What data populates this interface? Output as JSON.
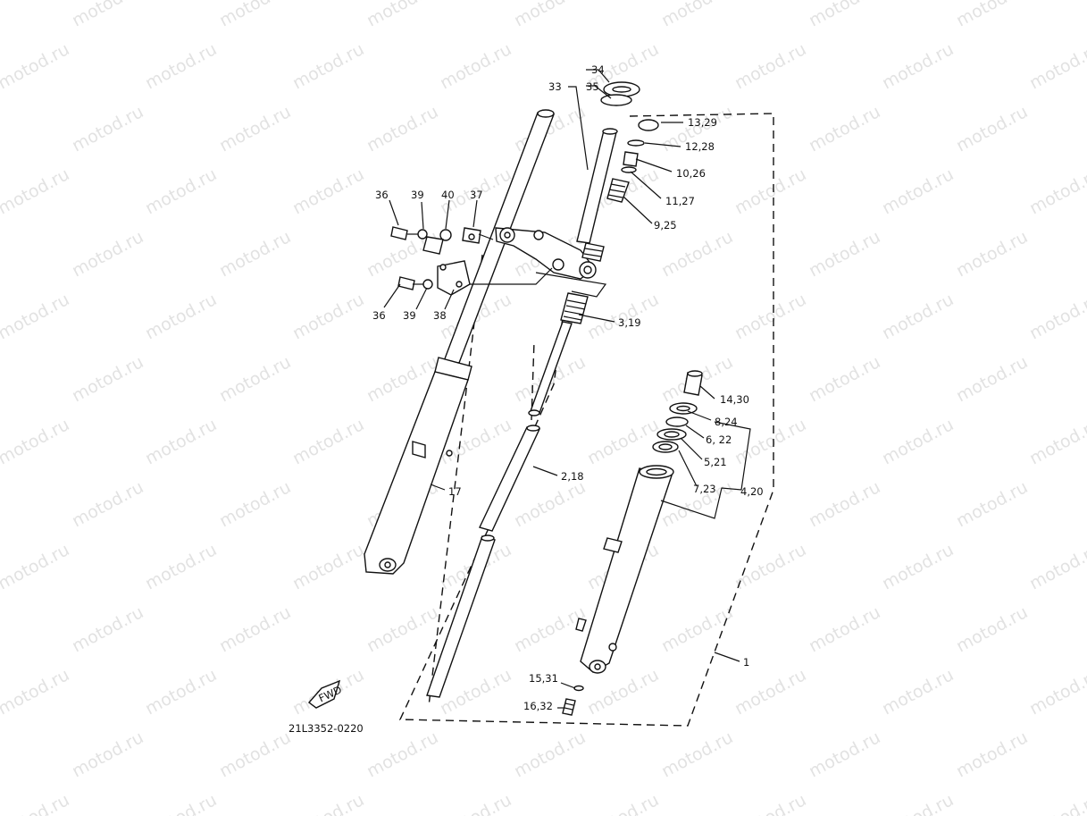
{
  "diagram": {
    "watermark_text": "motod.ru",
    "drawing_code": "21L3352-0220",
    "direction_marker": "FWD",
    "callouts": [
      {
        "id": "c34",
        "text": "34"
      },
      {
        "id": "c33",
        "text": "33"
      },
      {
        "id": "c35",
        "text": "35"
      },
      {
        "id": "c1329",
        "text": "13,29"
      },
      {
        "id": "c1228",
        "text": "12,28"
      },
      {
        "id": "c1026",
        "text": "10,26"
      },
      {
        "id": "c1127",
        "text": "11,27"
      },
      {
        "id": "c925",
        "text": "9,25"
      },
      {
        "id": "c36a",
        "text": "36"
      },
      {
        "id": "c39a",
        "text": "39"
      },
      {
        "id": "c40",
        "text": "40"
      },
      {
        "id": "c37",
        "text": "37"
      },
      {
        "id": "c36b",
        "text": "36"
      },
      {
        "id": "c39b",
        "text": "39"
      },
      {
        "id": "c38",
        "text": "38"
      },
      {
        "id": "c319",
        "text": "3,19"
      },
      {
        "id": "c1430",
        "text": "14,30"
      },
      {
        "id": "c824",
        "text": "8,24"
      },
      {
        "id": "c622",
        "text": "6, 22"
      },
      {
        "id": "c521",
        "text": "5,21"
      },
      {
        "id": "c723",
        "text": "7,23"
      },
      {
        "id": "c420",
        "text": "4,20"
      },
      {
        "id": "c218",
        "text": "2,18"
      },
      {
        "id": "c17",
        "text": "17"
      },
      {
        "id": "c1",
        "text": "1"
      },
      {
        "id": "c1531",
        "text": "15,31"
      },
      {
        "id": "c1632",
        "text": "16,32"
      }
    ]
  }
}
